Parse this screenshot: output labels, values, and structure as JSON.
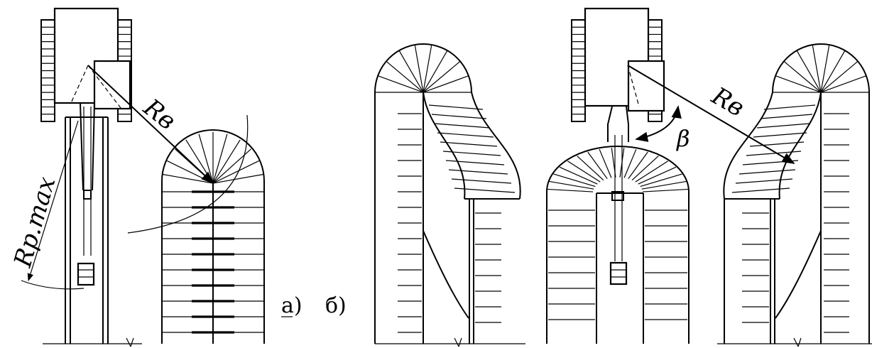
{
  "labels": {
    "r_p_max": "Rp.max",
    "r_v_left": "Rв",
    "r_v_right": "Rв",
    "beta": "β",
    "panel_a": "а)",
    "panel_b": "б)"
  }
}
